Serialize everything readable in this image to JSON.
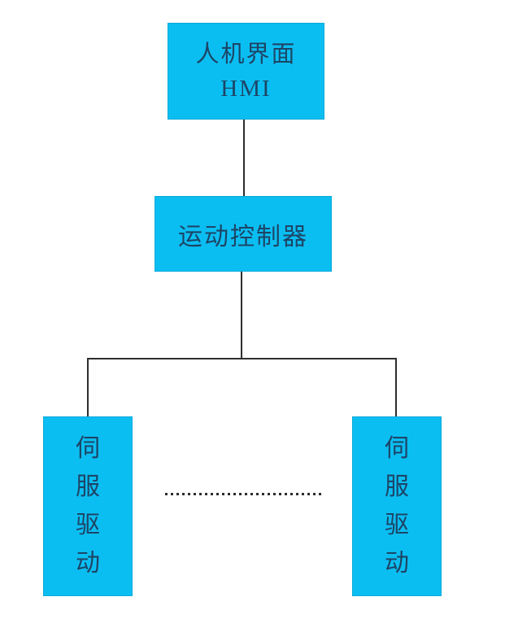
{
  "diagram": {
    "title": "Motion control system hierarchy diagram",
    "colors": {
      "background": "#ffffff",
      "box_fill": "#0bbef2",
      "box_border": "#0aa9d9",
      "text_color": "#1d4566",
      "line_color": "#2e2e2e"
    },
    "nodes": {
      "hmi": {
        "line1": "人机界面",
        "line2": "HMI"
      },
      "controller": {
        "label": "运动控制器"
      },
      "servo_left": {
        "label": "伺服驱动",
        "chars": [
          "伺",
          "服",
          "驱",
          "动"
        ]
      },
      "servo_right": {
        "label": "伺服驱动",
        "chars": [
          "伺",
          "服",
          "驱",
          "动"
        ]
      }
    }
  }
}
